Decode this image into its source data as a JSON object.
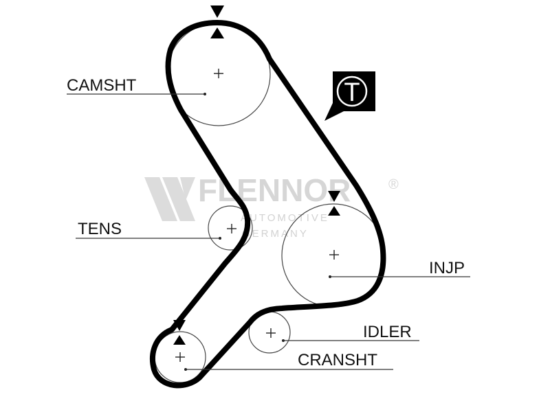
{
  "labels": {
    "camsht": "CAMSHT",
    "tens": "TENS",
    "injp": "INJP",
    "idler": "IDLER",
    "cransht": "CRANSHT"
  },
  "badge": {
    "letter": "T"
  },
  "watermark": {
    "brand": "FLENNOR",
    "registered": "®",
    "line1": "AUTOMOTIVE",
    "line2": "GERMANY"
  },
  "colors": {
    "belt": "#000000",
    "pulley": "#333333",
    "watermark": "#d6d6d6"
  }
}
